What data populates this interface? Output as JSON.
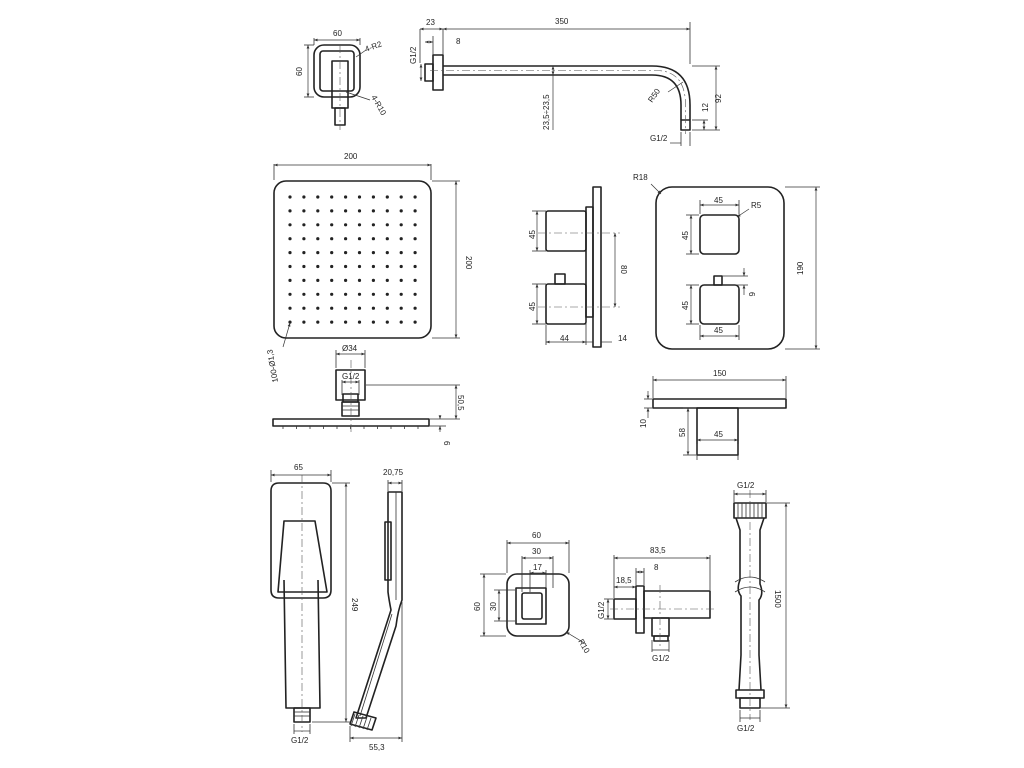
{
  "labels": {
    "arm_d23": "23",
    "arm_d350": "350",
    "arm_d8": "8",
    "arm_g12_top": "G1/2",
    "arm_r50": "R50",
    "arm_d235": "23,5÷23,5",
    "arm_d12": "12",
    "arm_d92": "92",
    "arm_g12_bot": "G1/2",
    "fl_d60w": "60",
    "fl_d60h": "60",
    "fl_r2": "4-R2",
    "fl_r10": "4-R10",
    "hd_d200w": "200",
    "hd_d200h": "200",
    "hd_nozzles": "100-Ø1,3",
    "hd_d34": "Ø34",
    "hd_g12": "G1/2",
    "hd_d505": "50,5",
    "hd_d6": "6",
    "mx_d45a": "45",
    "mx_d45b": "45",
    "mx_d80": "80",
    "mx_d44": "44",
    "mx_d14": "14",
    "pl_r18": "R18",
    "pl_d45top": "45",
    "pl_r5": "R5",
    "pl_d45l1": "45",
    "pl_d45l2": "45",
    "pl_d6": "6",
    "pl_d45bot": "45",
    "pl_d190": "190",
    "tp_d150": "150",
    "tp_d10": "10",
    "tp_d58": "58",
    "tp_d45": "45",
    "hs_d65": "65",
    "hs_d249": "249",
    "hs_g12": "G1/2",
    "hs_d2075": "20,75",
    "hs_d553": "55,3",
    "wo_d60w": "60",
    "wo_d30w": "30",
    "wo_d17": "17",
    "wo_d60h": "60",
    "wo_d30h": "30",
    "wo_r10": "R10",
    "ws_d835": "83,5",
    "ws_d8": "8",
    "ws_d185": "18,5",
    "ws_g12l": "G1/2",
    "ws_g12b": "G1/2",
    "hose_g12_top": "G1/2",
    "hose_d1500": "1500",
    "hose_g12_bot": "G1/2"
  }
}
